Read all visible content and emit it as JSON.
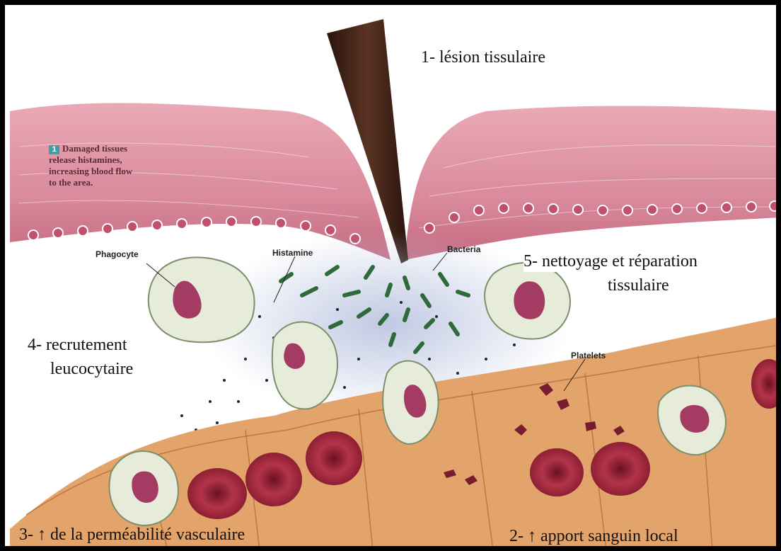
{
  "labels": {
    "step1": "1- lésion tissulaire",
    "step2": "2- ↑ apport sanguin local",
    "step3": "3- ↑ de la perméabilité vasculaire",
    "step4_line1": "4- recrutement",
    "step4_line2": "leucocytaire",
    "step5_line1": "5- nettoyage et réparation",
    "step5_line2": "tissulaire"
  },
  "illustration_labels": {
    "phagocyte": "Phagocyte",
    "histamine": "Histamine",
    "bacteria": "Bacteria",
    "platelets": "Platelets"
  },
  "callout": {
    "number": "1",
    "line1": "Damaged tissues",
    "line2": "release histamines,",
    "line3": "increasing blood flow",
    "line4": "to the area."
  },
  "colors": {
    "skin": "#d98a9c",
    "skin_dark": "#b8546e",
    "vessel": "#e3a46b",
    "vessel_dark": "#c97a45",
    "rbc": "#a3283c",
    "bacteria": "#2f6b3a",
    "nucleus": "#a33b62",
    "splinter": "#3a1f14"
  }
}
